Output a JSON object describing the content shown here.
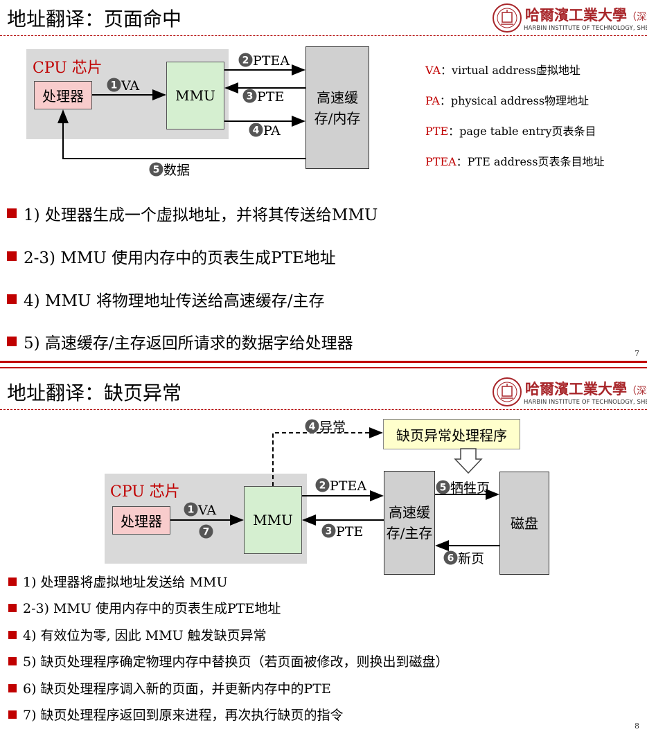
{
  "logo": {
    "cn_name": "哈爾濱工業大學",
    "cn_campus": "（深圳",
    "en_name": "HARBIN INSTITUTE OF TECHNOLOGY, SHENZHE"
  },
  "slide7": {
    "title": "地址翻译：页面命中",
    "page_number": "7",
    "diagram": {
      "cpu_chip_label": "CPU 芯片",
      "processor": "处理器",
      "mmu": "MMU",
      "cache_line1": "高速缓",
      "cache_line2": "存/内存",
      "arrows": [
        {
          "num": "1",
          "label": "VA"
        },
        {
          "num": "2",
          "label": "PTEA"
        },
        {
          "num": "3",
          "label": "PTE"
        },
        {
          "num": "4",
          "label": "PA"
        },
        {
          "num": "5",
          "label": "数据"
        }
      ]
    },
    "legend": [
      {
        "key": "VA",
        "text": "：virtual address虚拟地址"
      },
      {
        "key": "PA",
        "text": "：physical address物理地址"
      },
      {
        "key": "PTE",
        "text": "：page table entry页表条目"
      },
      {
        "key": "PTEA",
        "text": "：PTE address页表条目地址"
      }
    ],
    "bullets": [
      "1) 处理器生成一个虚拟地址，并将其传送给MMU",
      "2-3) MMU 使用内存中的页表生成PTE地址",
      "4) MMU 将物理地址传送给高速缓存/主存",
      "5) 高速缓存/主存返回所请求的数据字给处理器"
    ]
  },
  "slide8": {
    "title": "地址翻译：缺页异常",
    "page_number": "8",
    "diagram": {
      "cpu_chip_label": "CPU 芯片",
      "processor": "处理器",
      "mmu": "MMU",
      "cache_line1": "高速缓",
      "cache_line2": "存/主存",
      "disk": "磁盘",
      "handler": "缺页异常处理程序",
      "arrows": [
        {
          "num": "1",
          "label": "VA"
        },
        {
          "num": "2",
          "label": "PTEA"
        },
        {
          "num": "3",
          "label": "PTE"
        },
        {
          "num": "4",
          "label": "异常"
        },
        {
          "num": "5",
          "label": "牺牲页"
        },
        {
          "num": "6",
          "label": "新页"
        },
        {
          "num": "7",
          "label": ""
        }
      ]
    },
    "bullets": [
      "1) 处理器将虚拟地址发送给 MMU",
      "2-3) MMU 使用内存中的页表生成PTE地址",
      "4) 有效位为零, 因此 MMU 触发缺页异常",
      "5) 缺页处理程序确定物理内存中替换页（若页面被修改，则换出到磁盘）",
      "6) 缺页处理程序调入新的页面，并更新内存中的PTE",
      "7) 缺页处理程序返回到原来进程，再次执行缺页的指令"
    ]
  }
}
